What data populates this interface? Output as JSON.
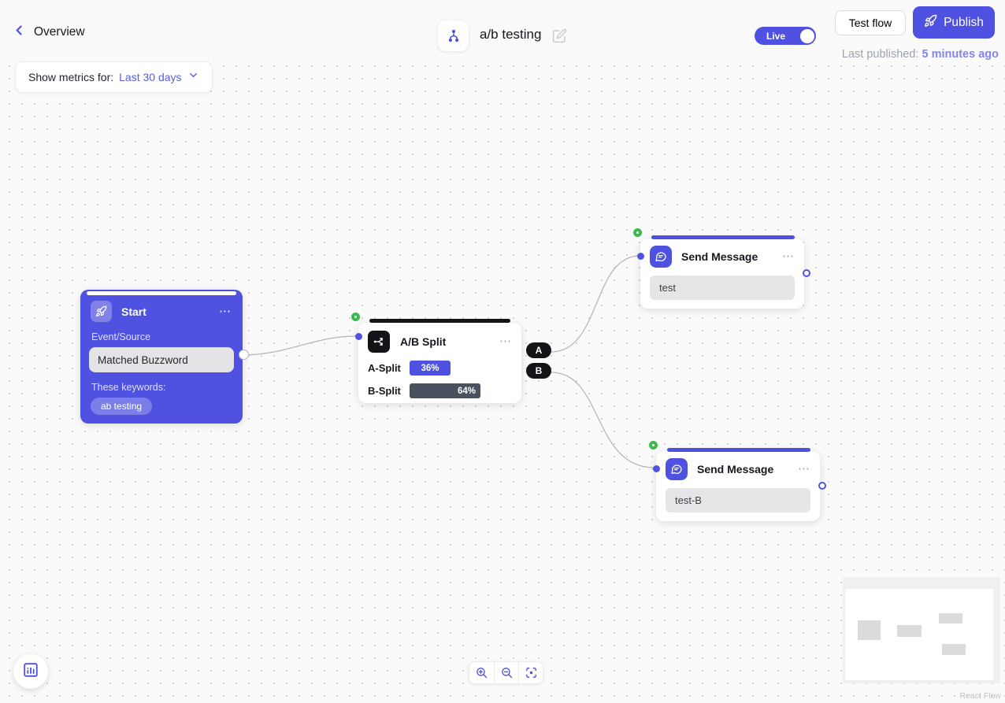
{
  "header": {
    "back_label": "Overview",
    "title": "a/b testing",
    "live_label": "Live",
    "test_flow_label": "Test flow",
    "publish_label": "Publish",
    "last_published_label": "Last published:",
    "last_published_value": "5 minutes ago"
  },
  "metrics_filter": {
    "label": "Show metrics for:",
    "value": "Last 30 days"
  },
  "canvas": {
    "nodes": {
      "start": {
        "title": "Start",
        "event_source_label": "Event/Source",
        "event_source_value": "Matched Buzzword",
        "keywords_label": "These keywords:",
        "keyword": "ab testing"
      },
      "ab_split": {
        "title": "A/B Split",
        "a_label": "A-Split",
        "a_value": "36%",
        "a_percent": 36,
        "b_label": "B-Split",
        "b_value": "64%",
        "b_percent": 64
      },
      "send_message_a": {
        "title": "Send Message",
        "message": "test"
      },
      "send_message_b": {
        "title": "Send Message",
        "message": "test-B"
      }
    },
    "edge_labels": {
      "a": "A",
      "b": "B"
    }
  },
  "icons": {
    "more": "⋯"
  },
  "attribution": "React Flow",
  "colors": {
    "accent": "#4f52e0",
    "accent_soft": "#8286ec",
    "handle_green": "#3eb950",
    "split_bar_b": "#49505e",
    "node_dark": "#131418",
    "canvas_bg": "#fafafa"
  }
}
